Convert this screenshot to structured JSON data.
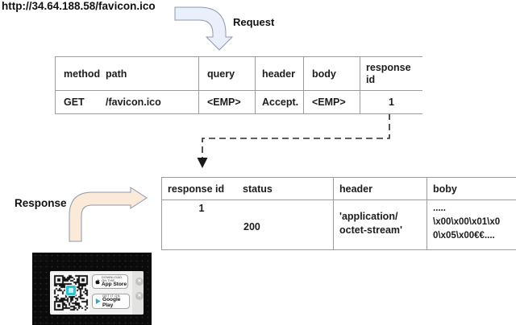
{
  "url_label": "http://34.64.188.58/favicon.ico",
  "request_label": "Request",
  "response_label": "Response",
  "request_table": {
    "headers": [
      "method",
      "path",
      "query",
      "header",
      "body",
      "response id"
    ],
    "row": [
      "GET",
      "/favicon.ico",
      "<EMP>",
      "Accept.",
      "<EMP>",
      "1"
    ]
  },
  "response_table": {
    "headers": [
      "response id",
      "status",
      "header",
      "boby"
    ],
    "row": {
      "response_id": "1",
      "status": "200",
      "header_line1": "'application/",
      "header_line2": "octet-stream'",
      "body_line1": ".....",
      "body_line2": "\\x00\\x00\\x01\\x0",
      "body_line3": "0\\x05\\x00€€...."
    }
  },
  "screenshot": {
    "app_store_tagline": "DOWNLOAD ON THE",
    "app_store_label": "App Store",
    "google_play_tagline": "GET IT ON",
    "google_play_label": "Google Play"
  },
  "icons": {
    "close_glyph": "✕"
  },
  "colors": {
    "request_arrow_fill": "#eaf0fb",
    "response_arrow_fill": "#fcead9",
    "arrow_stroke": "#8e97ad",
    "table_border": "#9c9c9c",
    "qr_accent": "#2fc4d0",
    "play_triangle": "#2fa9c6"
  }
}
